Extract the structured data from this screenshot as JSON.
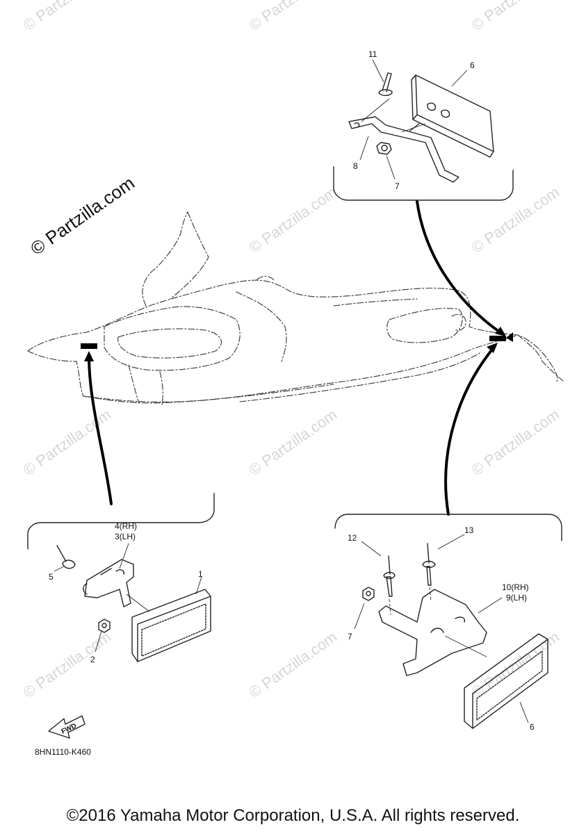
{
  "watermark": {
    "small": "© Partzilla.com",
    "large": "© Partzilla.com"
  },
  "callouts": {
    "c1": "1",
    "c2": "2",
    "c3": "3(LH)",
    "c4": "4(RH)",
    "c5": "5",
    "c6_top": "6",
    "c6_bottom": "6",
    "c7_top": "7",
    "c7_right": "7",
    "c8": "8",
    "c9": "9(LH)",
    "c10": "10(RH)",
    "c11": "11",
    "c12": "12",
    "c13": "13"
  },
  "fwd_label": "FWD",
  "diagram_code": "8HN1110-K460",
  "copyright": "©2016 Yamaha Motor Corporation, U.S.A. All rights reserved."
}
